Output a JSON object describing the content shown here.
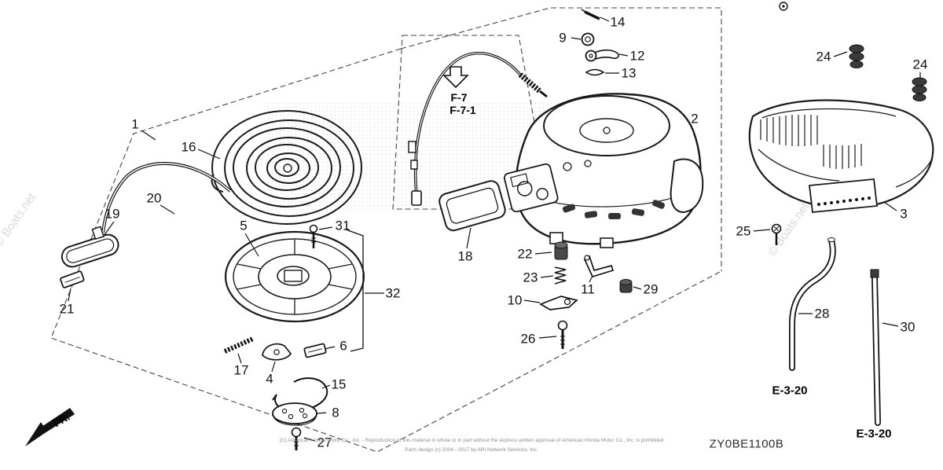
{
  "page": {
    "part_code": "ZY0BE1100B",
    "fr_label": "FR.",
    "watermark_left": "© Boats.net",
    "watermark_right": "© Boats.net",
    "ref_f7": "F-7",
    "ref_f7_1": "F-7-1",
    "ref_e320_left": "E-3-20",
    "ref_e320_right": "E-3-20",
    "copyright_line1": "(C) American Honda Motor Co., Inc. - Reproduction of this material in whole or in part without the express written approval of American Honda Motor Co., Inc. is prohibited",
    "copyright_line2": "Parts design (c) 2004 - 2017 by ARI Network Services, Inc."
  },
  "callouts": [
    "1",
    "2",
    "3",
    "4",
    "5",
    "6",
    "8",
    "9",
    "10",
    "11",
    "12",
    "13",
    "14",
    "15",
    "16",
    "17",
    "18",
    "19",
    "20",
    "21",
    "22",
    "23",
    "24",
    "24",
    "25",
    "26",
    "27",
    "28",
    "29",
    "30",
    "31",
    "32"
  ]
}
